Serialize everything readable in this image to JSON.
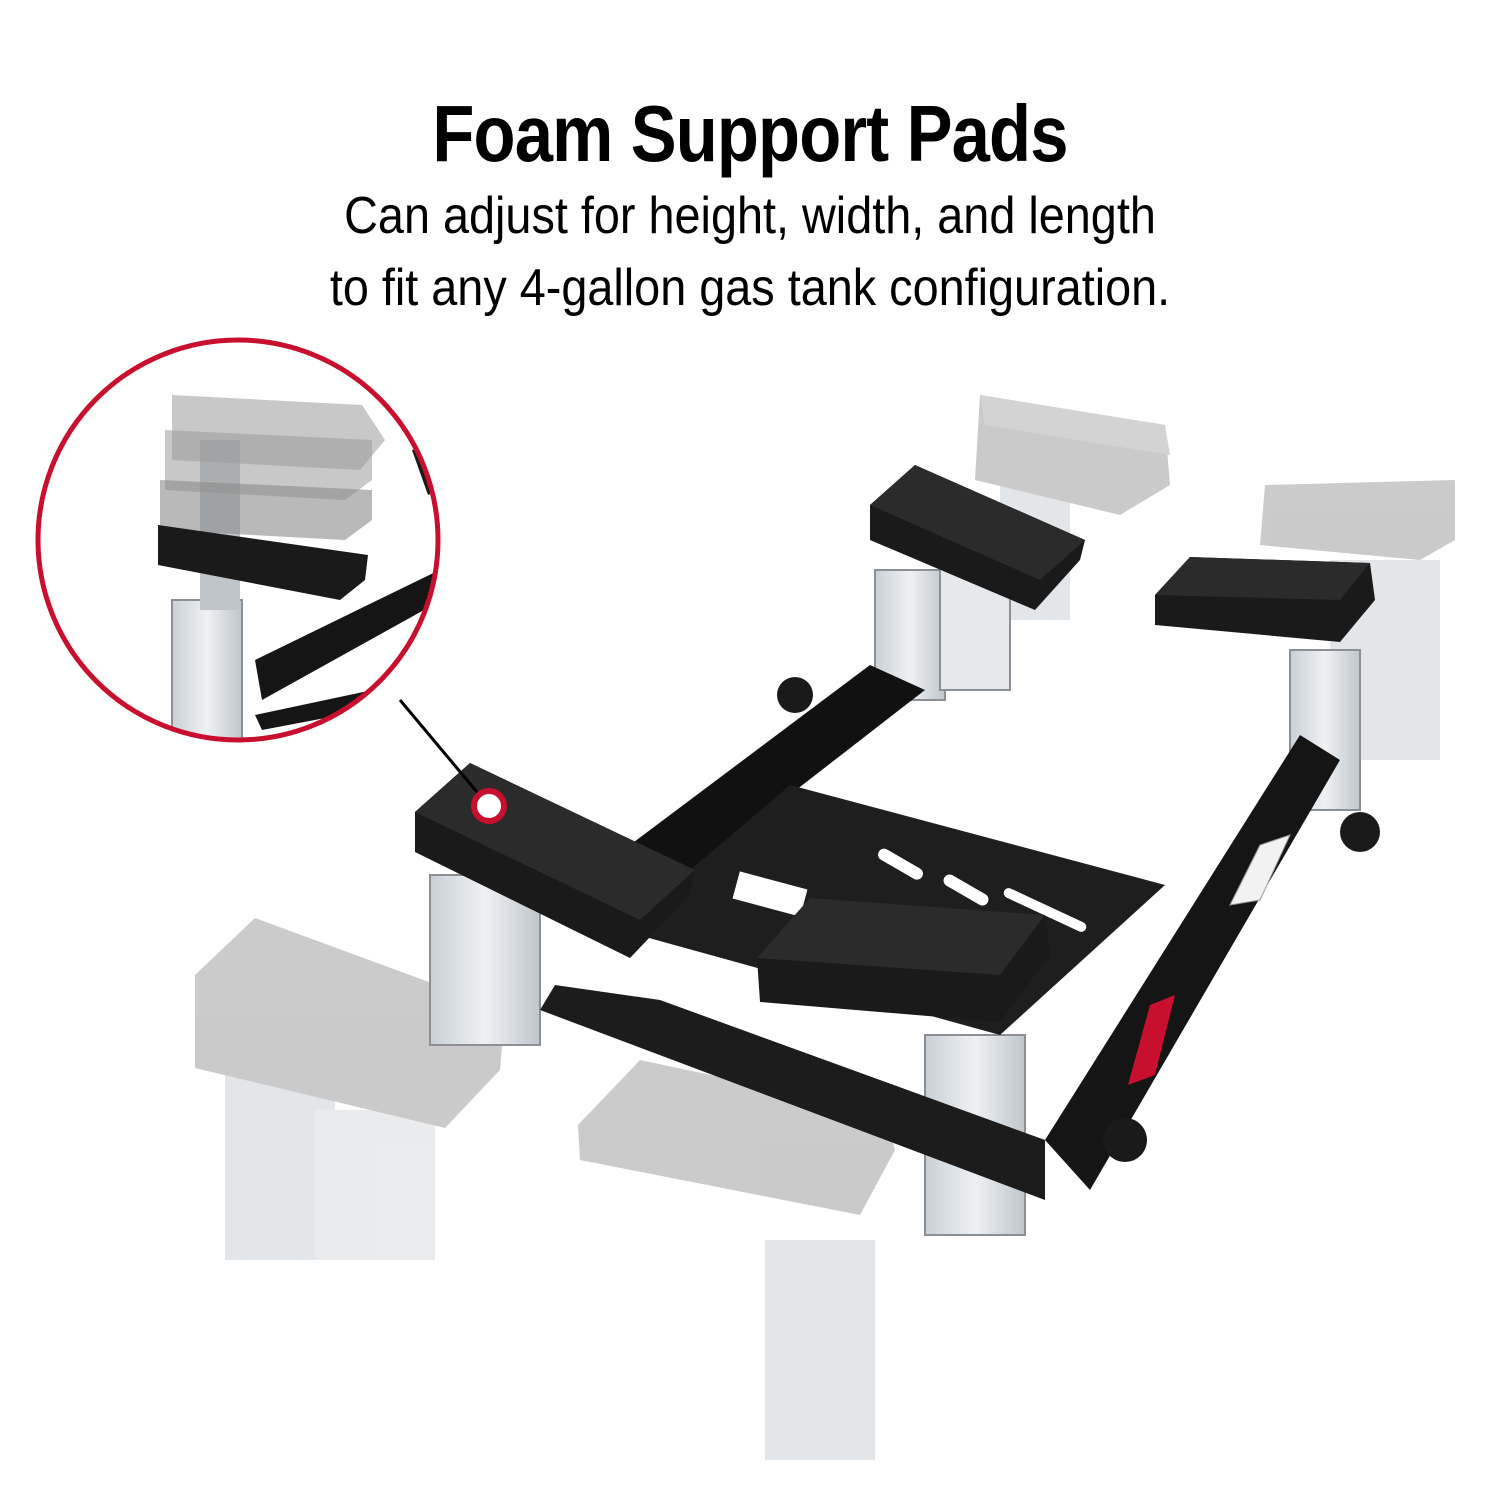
{
  "headline": "Foam Support Pads",
  "subtext": {
    "line1": "Can adjust for height, width, and length",
    "line2": "to fit any 4-gallon gas tank configuration."
  },
  "colors": {
    "accent": "#c8102e",
    "pad": "#1a1a1a",
    "frame": "#111111",
    "steel": "#d8dde2",
    "ghost": "#a8a8a8"
  }
}
